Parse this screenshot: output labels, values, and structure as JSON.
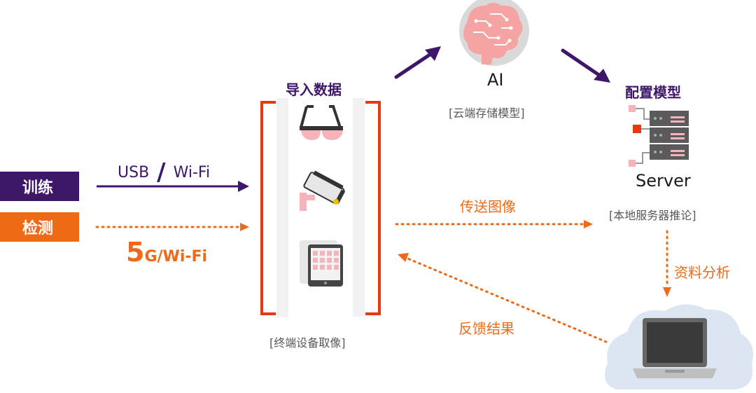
{
  "modes": {
    "train": "训练",
    "detect": "检测"
  },
  "links": {
    "usb": "USB",
    "slash": "/",
    "wifi": "Wi-Fi",
    "five": "5",
    "g_wifi": "G/Wi-Fi"
  },
  "devices": {
    "header": "导入数据",
    "ar_glasses": "AR glasses",
    "ip_cam": "IP Cam",
    "tablet": "Tablet",
    "caption": "[终端设备取像]"
  },
  "ai": {
    "label": "AI",
    "caption": "[云端存储模型]"
  },
  "server": {
    "header": "配置模型",
    "label": "Server",
    "caption": "[本地服务器推论]"
  },
  "flows": {
    "send_image": "传送图像",
    "analysis": "资料分析",
    "feedback": "反馈结果"
  },
  "colors": {
    "purple": "#3f1769",
    "orange": "#ee6a16",
    "red_bracket": "#e8380d",
    "gray_text": "#595959"
  }
}
